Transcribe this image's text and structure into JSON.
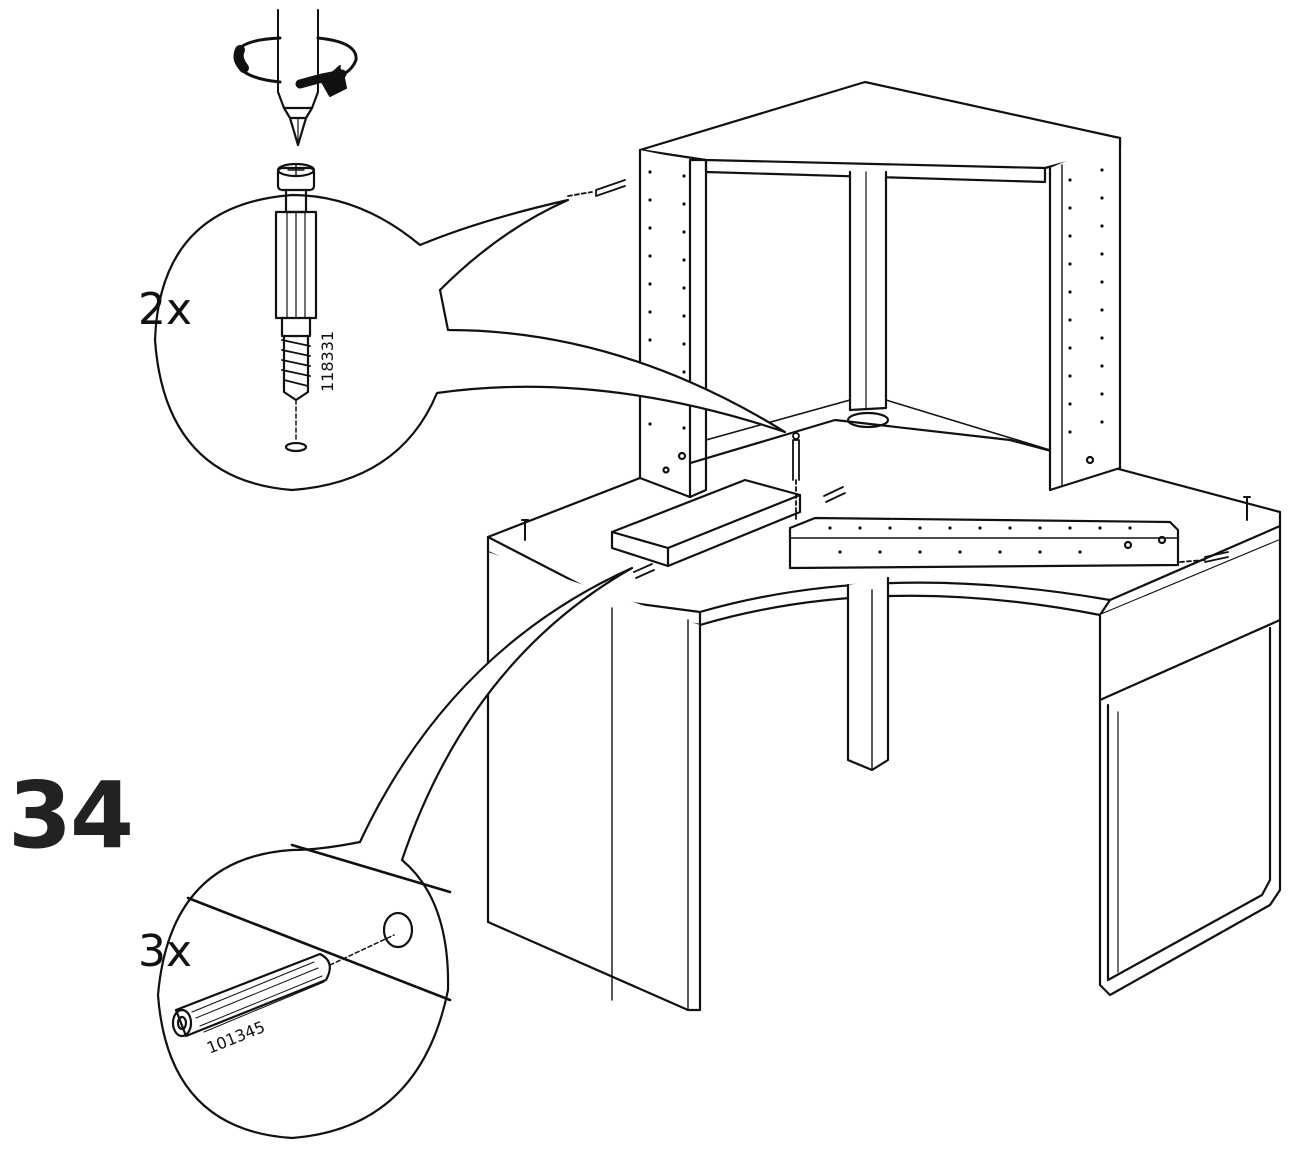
{
  "step": {
    "number": "34"
  },
  "callouts": [
    {
      "quantity": "2x",
      "part_number": "118331",
      "part": "cam-lock-screw"
    },
    {
      "quantity": "3x",
      "part_number": "101345",
      "part": "wooden-dowel"
    }
  ],
  "colors": {
    "line": "#111111",
    "background": "#ffffff"
  }
}
